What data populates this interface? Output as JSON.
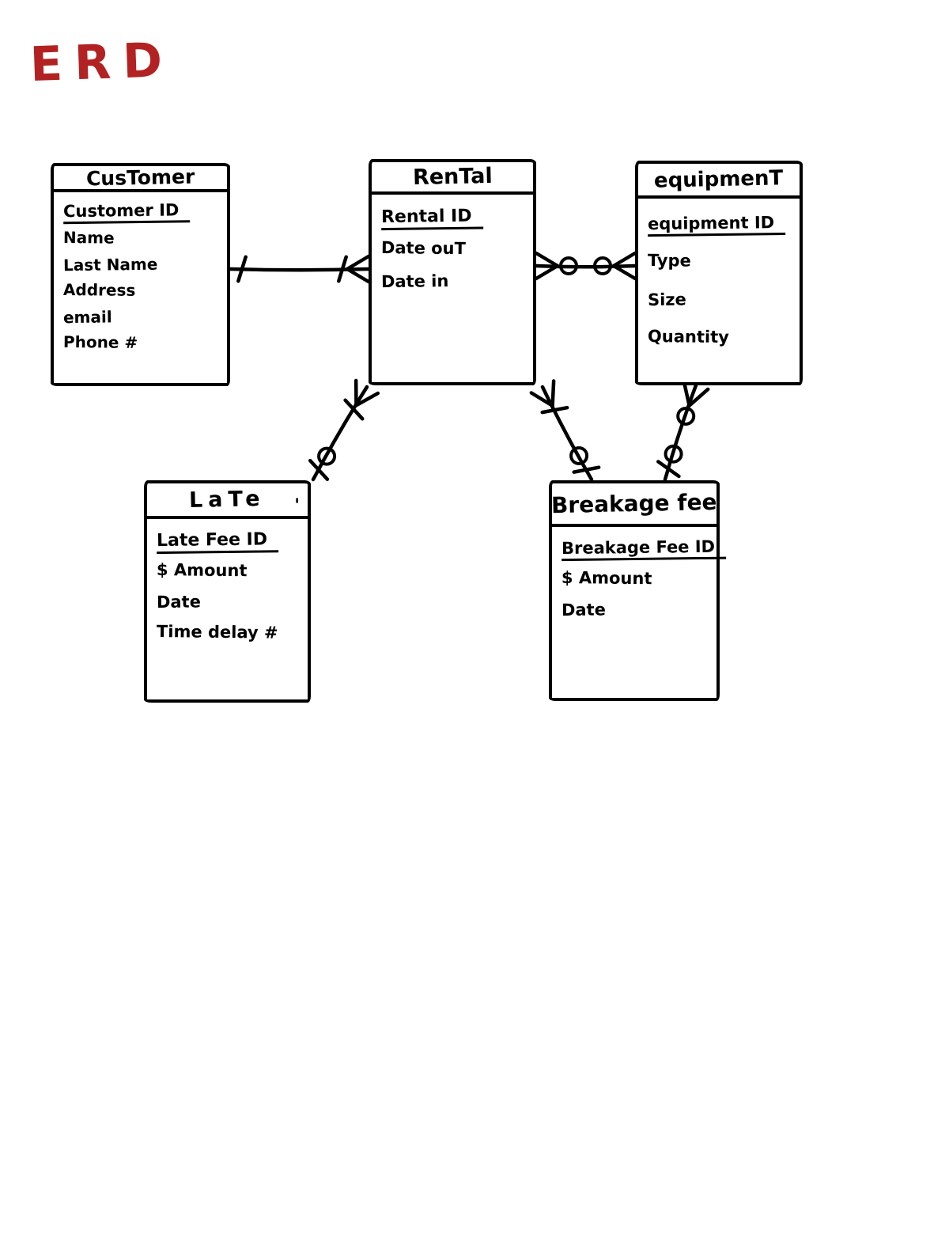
{
  "page": {
    "title": "ERD",
    "colors": {
      "ink": "#000000",
      "title_red": "#b22222",
      "background": "#ffffff"
    }
  },
  "diagram": {
    "type": "entity-relationship-diagram",
    "notation": "crows-foot",
    "style": "hand-drawn",
    "stray_mark": "'",
    "entities": [
      {
        "id": "customer",
        "title": "CusTomer",
        "primary_key": "Customer ID",
        "attributes": [
          "Name",
          "Last Name",
          "Address",
          "email",
          "Phone #"
        ]
      },
      {
        "id": "rental",
        "title": "RenTal",
        "primary_key": "Rental ID",
        "attributes": [
          "Date ouT",
          "Date in"
        ]
      },
      {
        "id": "equipment",
        "title": "equipmenT",
        "primary_key": "equipment ID",
        "attributes": [
          "Type",
          "Size",
          "Quantity"
        ]
      },
      {
        "id": "late",
        "title": "LaTe",
        "primary_key": "Late Fee ID",
        "attributes": [
          "$ Amount",
          "Date",
          "Time delay #"
        ]
      },
      {
        "id": "breakage-fee",
        "title": "Breakage fee",
        "primary_key": "Breakage Fee ID",
        "attributes": [
          "$ Amount",
          "Date"
        ]
      }
    ],
    "relationships": [
      {
        "from": "Customer",
        "to": "Rental",
        "from_cardinality": "one",
        "to_cardinality": "one-or-many"
      },
      {
        "from": "Rental",
        "to": "Equipment",
        "from_cardinality": "zero-or-many",
        "to_cardinality": "zero-or-many"
      },
      {
        "from": "Rental",
        "to": "Late",
        "from_cardinality": "one-or-many",
        "to_cardinality": "zero-or-one"
      },
      {
        "from": "Rental",
        "to": "Breakage fee",
        "from_cardinality": "one-or-many",
        "to_cardinality": "zero-or-one"
      },
      {
        "from": "Equipment",
        "to": "Breakage fee",
        "from_cardinality": "zero-or-many",
        "to_cardinality": "zero-or-one"
      }
    ]
  }
}
